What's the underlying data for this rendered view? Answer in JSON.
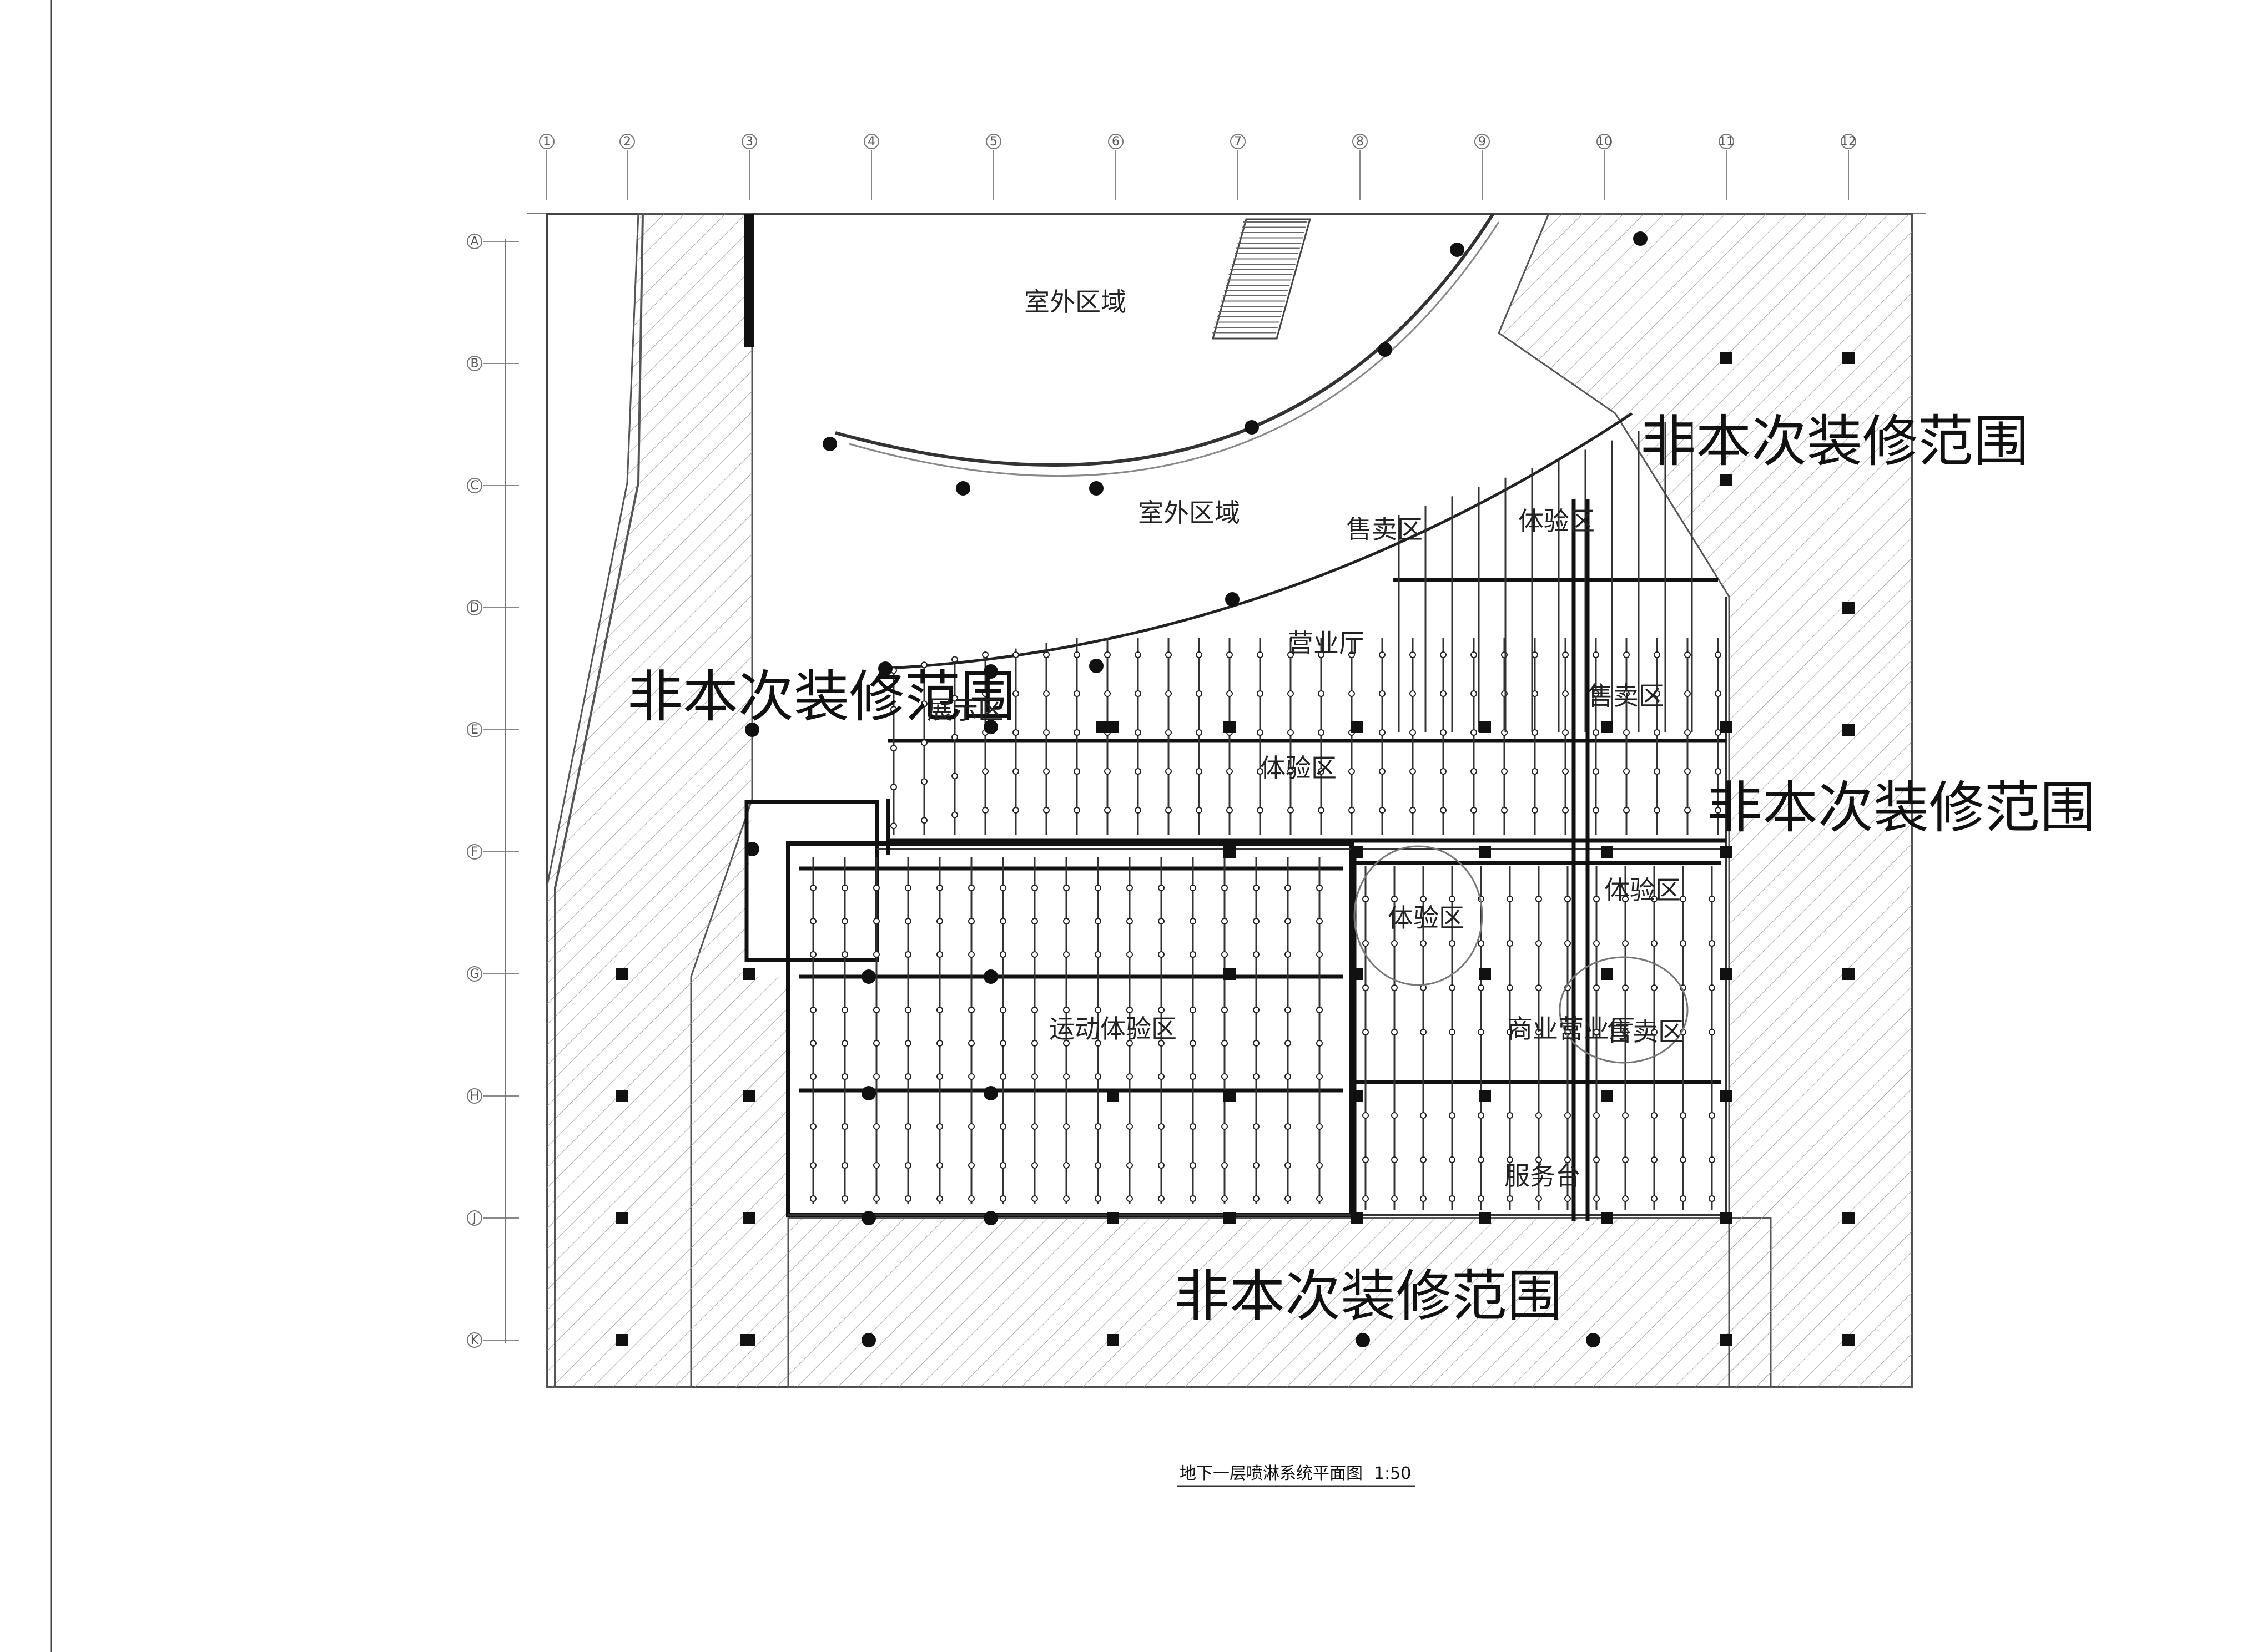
{
  "drawing": {
    "title": "地下一层喷淋系统平面图",
    "scale": "1:50"
  },
  "labels": {
    "non_scope": "非本次装修范围",
    "outdoor": "室外区域",
    "display": "展示区",
    "experience": "体验区",
    "sales": "售卖区",
    "business": "营业厅",
    "sports": "运动体验区",
    "commercial": "商业营业厅",
    "service": "服务台"
  },
  "grid": {
    "columns": [
      "1",
      "2",
      "3",
      "4",
      "5",
      "6",
      "7",
      "8",
      "9",
      "10",
      "11",
      "12"
    ],
    "rows": [
      "A",
      "B",
      "C",
      "D",
      "E",
      "F",
      "G",
      "H",
      "J",
      "K"
    ]
  },
  "colors": {
    "line": "#222222",
    "hatch": "#9a9a9a",
    "background": "#ffffff"
  }
}
